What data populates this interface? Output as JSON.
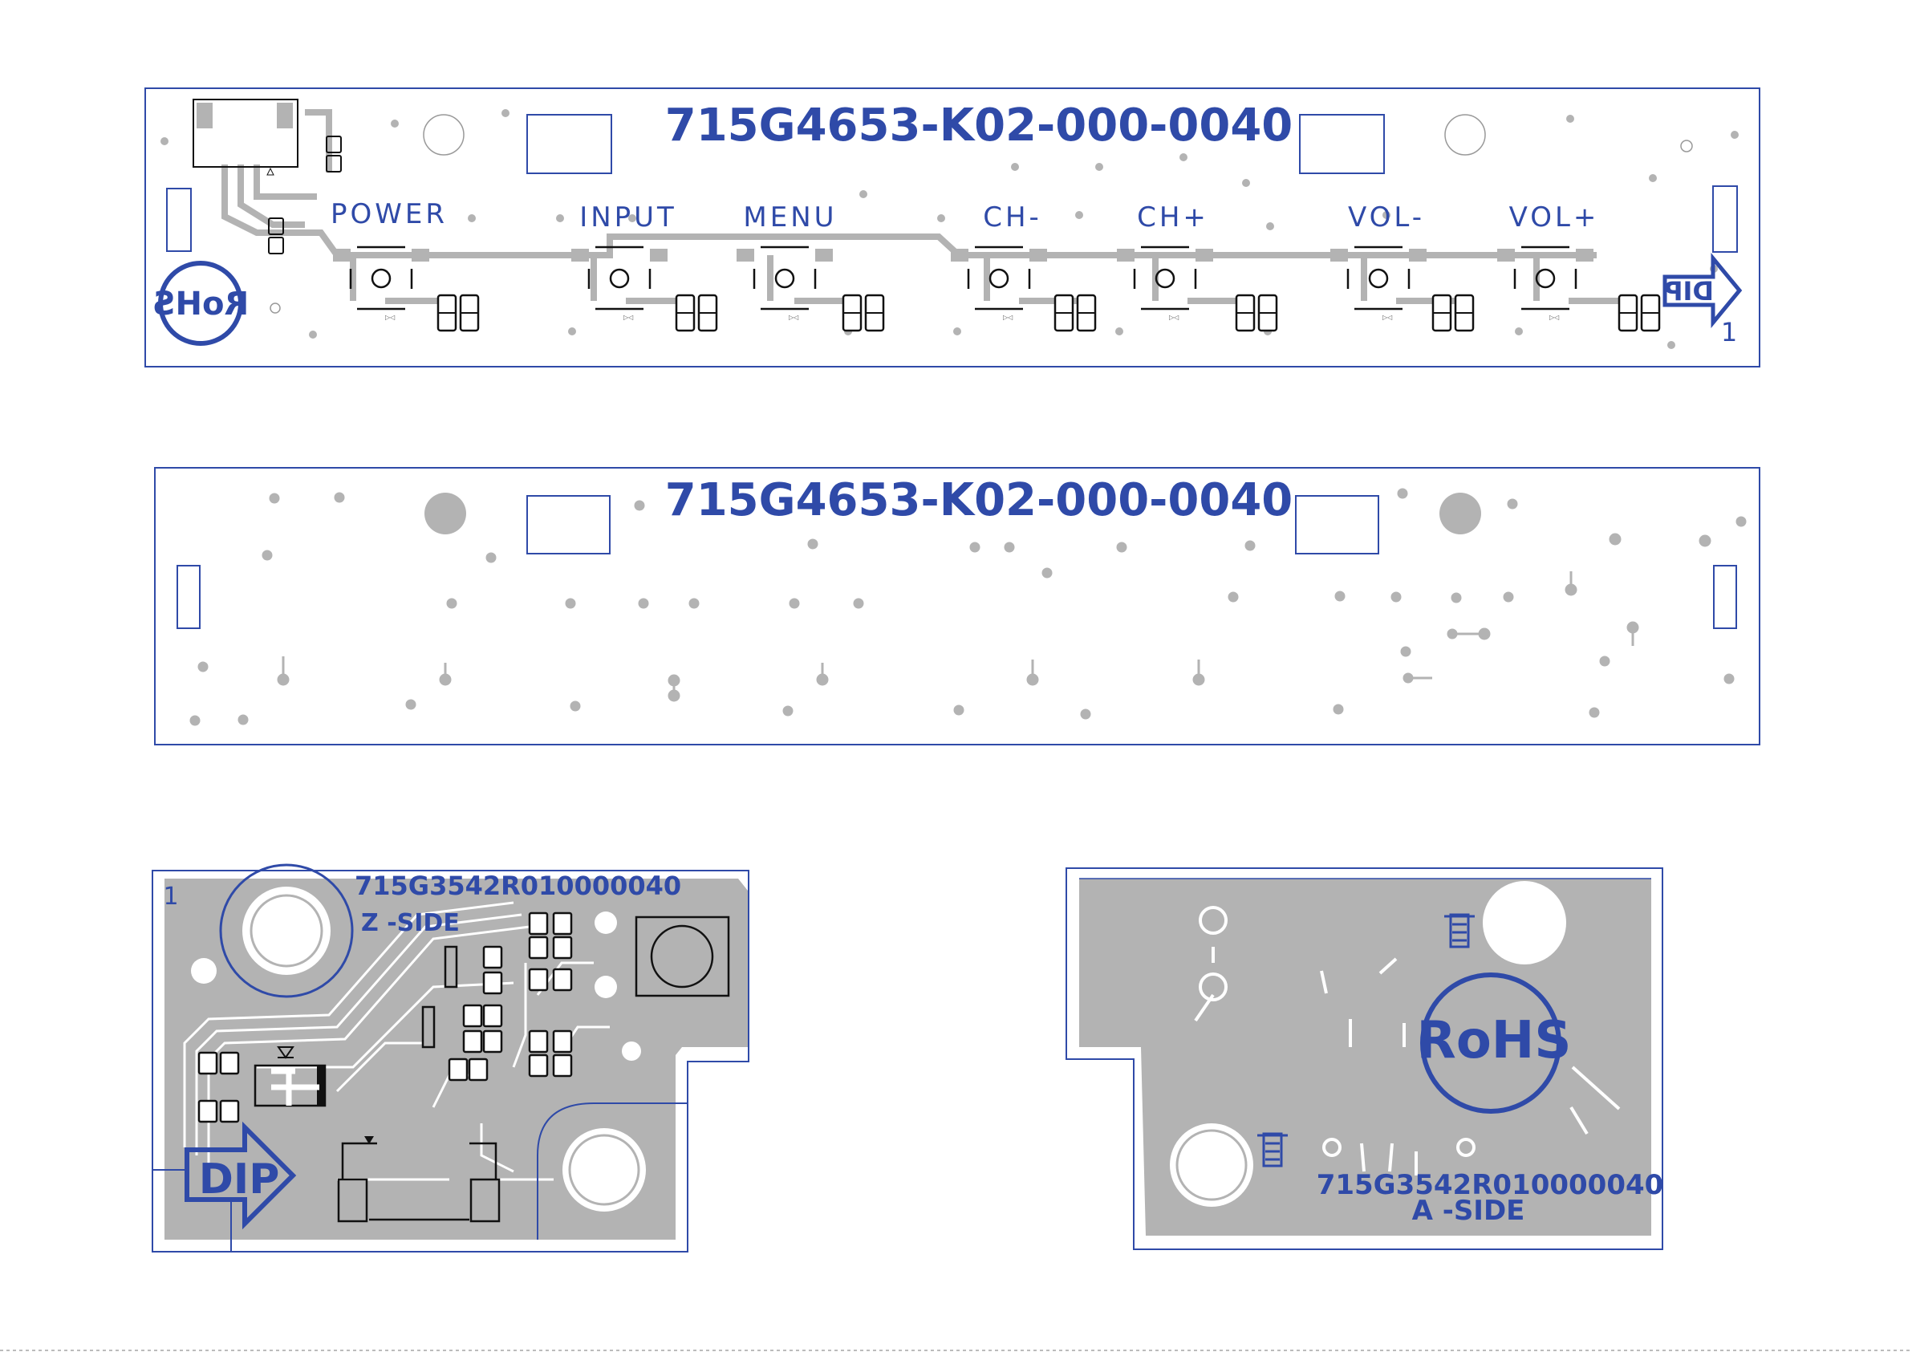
{
  "board_top": {
    "part_number": "715G4653-K02-000-0040",
    "keys": [
      {
        "label": "POWER"
      },
      {
        "label": "INPUT"
      },
      {
        "label": "MENU"
      },
      {
        "label": "CH-"
      },
      {
        "label": "CH+"
      },
      {
        "label": "VOL-"
      },
      {
        "label": "VOL+"
      }
    ],
    "rohs_mark": "RoHS",
    "dip_mark": "DIP",
    "pin1_label": "1"
  },
  "board_bottom": {
    "part_number": "715G4653-K02-000-0040"
  },
  "board_small_z": {
    "part_number": "715G3542R010000040",
    "side_label": "Z -SIDE",
    "pin1_label": "1",
    "dip_mark": "DIP"
  },
  "board_small_a": {
    "part_number": "715G3542R010000040",
    "side_label": "A -SIDE",
    "rohs_mark": "RoHS"
  },
  "colors": {
    "outline": "#2f4aa8",
    "copper": "#b3b3b3",
    "component": "#111111"
  }
}
